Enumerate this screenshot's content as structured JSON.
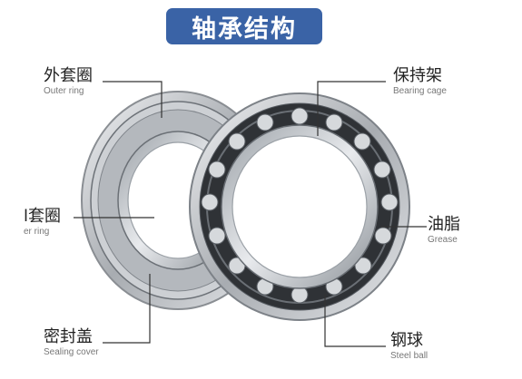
{
  "title": "轴承结构",
  "labels": {
    "outer_ring": {
      "zh": "外套圈",
      "en": "Outer ring"
    },
    "inner_ring": {
      "zh": "l套圈",
      "en": "er ring"
    },
    "sealing_cover": {
      "zh": "密封盖",
      "en": "Sealing cover"
    },
    "bearing_cage": {
      "zh": "保持架",
      "en": "Bearing cage"
    },
    "grease": {
      "zh": "油脂",
      "en": "Grease"
    },
    "steel_ball": {
      "zh": "钢球",
      "en": "Steel ball"
    }
  },
  "colors": {
    "title_bg": "#3a63a6",
    "title_text": "#ffffff",
    "leader_line": "#333333"
  }
}
